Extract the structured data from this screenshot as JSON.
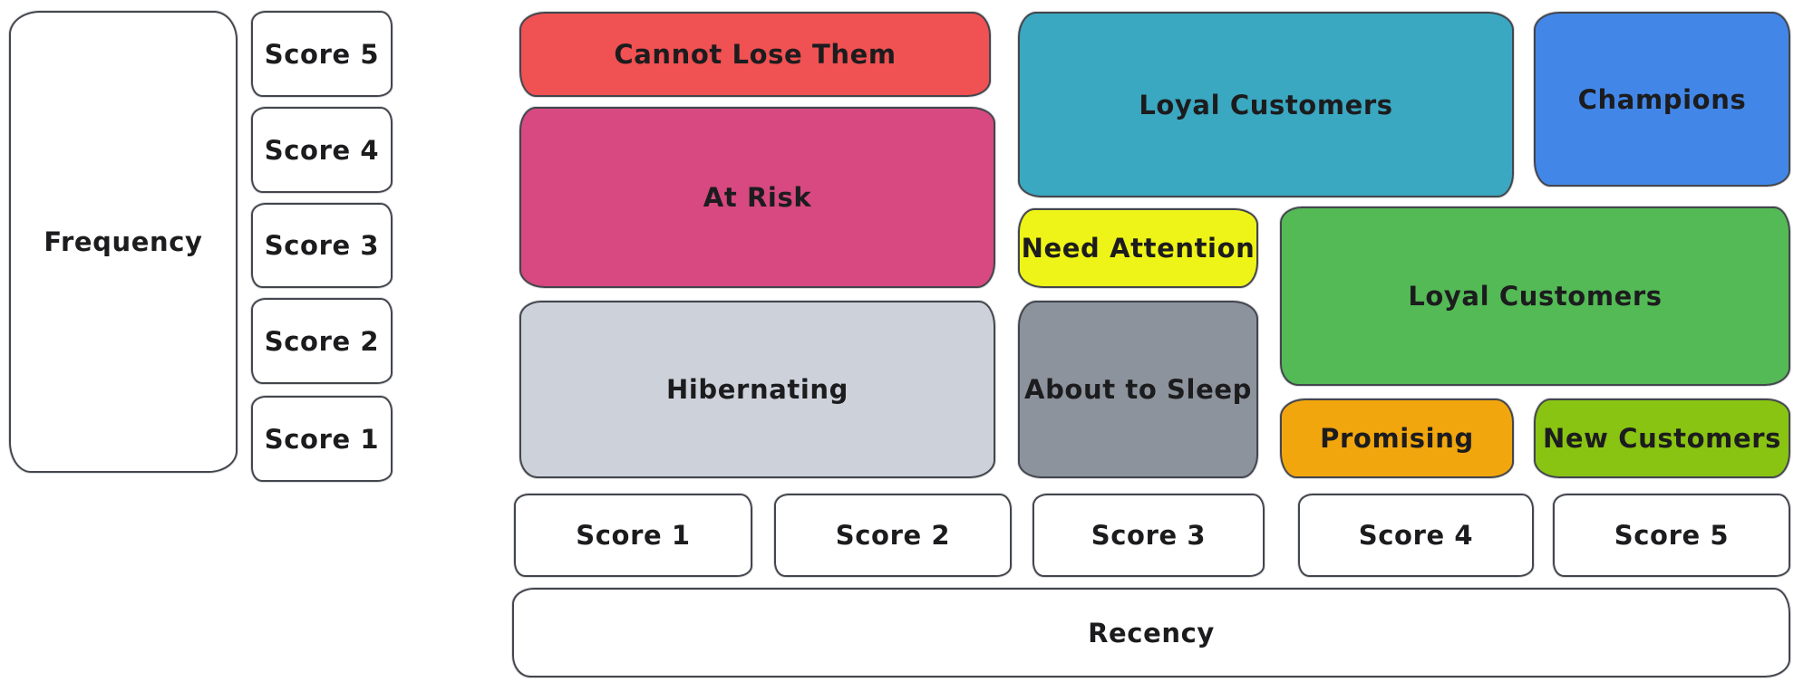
{
  "axes": {
    "frequency": {
      "label": "Frequency",
      "scores": [
        "Score 5",
        "Score 4",
        "Score 3",
        "Score 2",
        "Score 1"
      ]
    },
    "recency": {
      "label": "Recency",
      "scores": [
        "Score 1",
        "Score 2",
        "Score 3",
        "Score 4",
        "Score 5"
      ]
    }
  },
  "segments": [
    {
      "label": "Cannot Lose Them",
      "color": "#f05152"
    },
    {
      "label": "At Risk",
      "color": "#d74980"
    },
    {
      "label": "Hibernating",
      "color": "#cdd2da"
    },
    {
      "label": "Loyal Customers",
      "color": "#3aa8c0"
    },
    {
      "label": "Champions",
      "color": "#4287e8"
    },
    {
      "label": "Need Attention",
      "color": "#eef417"
    },
    {
      "label": "Loyal Customers",
      "color": "#53ba55"
    },
    {
      "label": "About to Sleep",
      "color": "#8d939c"
    },
    {
      "label": "Promising",
      "color": "#f2a60d"
    },
    {
      "label": "New Customers",
      "color": "#8ac413"
    }
  ],
  "style": {
    "stroke_color": "#43464d",
    "text_color": "#1c1c1e",
    "background": "#ffffff"
  }
}
